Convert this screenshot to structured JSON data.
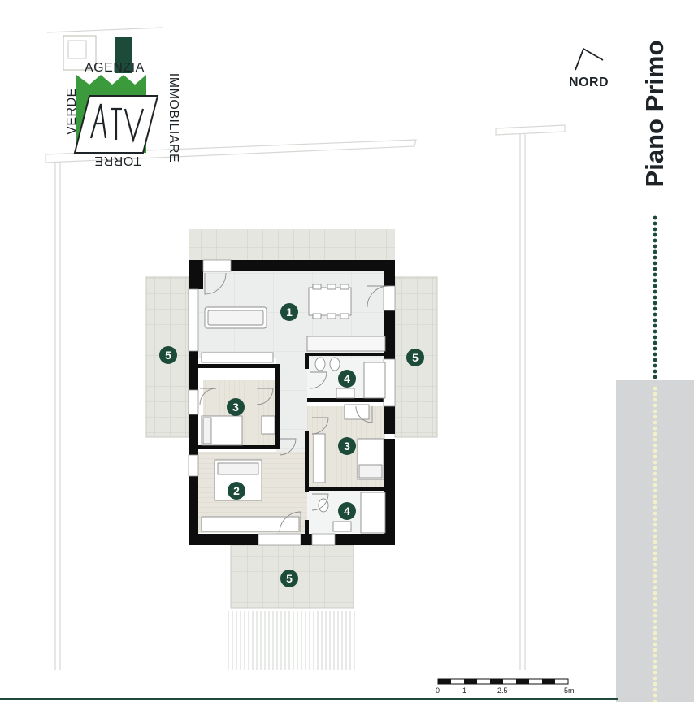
{
  "title": "Piano Primo",
  "north_label": "NORD",
  "logo": {
    "word_top": "AGENZIA",
    "word_left": "VERDE",
    "word_right": "IMMOBILIARE",
    "word_bottom": "TORRE",
    "mark_text": "ATV",
    "green": "#3b9b3c",
    "dark_green": "#1d4b3a"
  },
  "room_markers": [
    {
      "id": "1",
      "label": "1"
    },
    {
      "id": "5-left",
      "label": "5"
    },
    {
      "id": "5-right",
      "label": "5"
    },
    {
      "id": "4-top",
      "label": "4"
    },
    {
      "id": "3-left",
      "label": "3"
    },
    {
      "id": "3-right",
      "label": "3"
    },
    {
      "id": "2",
      "label": "2"
    },
    {
      "id": "4-bottom",
      "label": "4"
    },
    {
      "id": "5-bottom",
      "label": "5"
    }
  ],
  "scale_bar": {
    "labels": [
      "0",
      "1",
      "2.5",
      "5m"
    ]
  },
  "colors": {
    "marker": "#1d4b3a",
    "wall": "#0d0d0d",
    "terrace": "#e6e8e0",
    "floor": "#eceeee",
    "wood": "#e6e3db",
    "grey_band": "#d3d5d6",
    "dots_dark": "#1d4b3a",
    "dots_light": "#f1f0c8"
  }
}
